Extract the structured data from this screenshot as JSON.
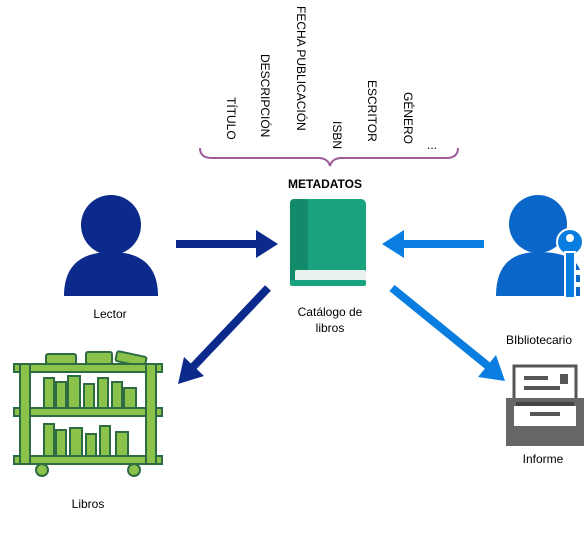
{
  "metadata": {
    "title": "METADATOS",
    "fields": [
      "TÍTULO",
      "DESCRIPCIÓN",
      "FECHA PUBLICACIÓN",
      "ISBN",
      "ESCRITOR",
      "GÉNERO",
      "..."
    ]
  },
  "nodes": {
    "reader": {
      "label": "Lector",
      "color": "#0b2a8c"
    },
    "catalog": {
      "label": "Catálogo de libros",
      "color": "#1aa37f"
    },
    "librarian": {
      "label": "BIbliotecario",
      "color": "#0a66c8"
    },
    "books": {
      "label": "Libros",
      "color": "#8bc34a"
    },
    "report": {
      "label": "Informe",
      "color": "#555555"
    }
  },
  "arrows": [
    {
      "from": "reader",
      "to": "catalog",
      "color": "#0b2a8c"
    },
    {
      "from": "librarian",
      "to": "catalog",
      "color": "#0a7ee0"
    },
    {
      "from": "catalog",
      "to": "books",
      "color": "#0b2a8c"
    },
    {
      "from": "catalog",
      "to": "report",
      "color": "#0a7ee0"
    }
  ]
}
